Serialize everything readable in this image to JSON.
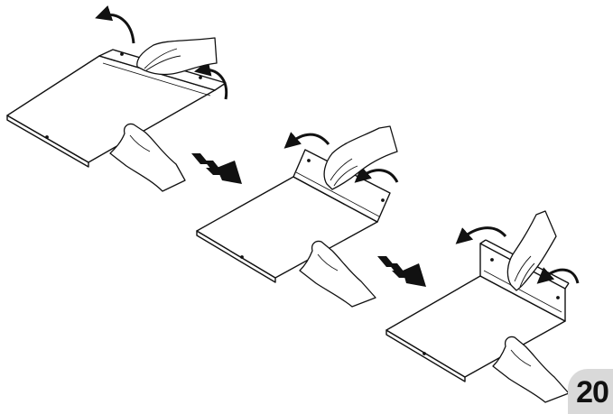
{
  "figure": {
    "step_number": "20",
    "steps": [
      {
        "name": "step-1",
        "description_icon": "hand-folding-panel-flat"
      },
      {
        "name": "step-2",
        "description_icon": "hand-folding-panel-partly-raised"
      },
      {
        "name": "step-3",
        "description_icon": "hand-folding-panel-upright"
      }
    ],
    "colors": {
      "line": "#111111",
      "fill": "#ffffff",
      "badge": "#d9d9d9"
    },
    "icons": [
      "curved-arrow-icon",
      "striped-right-arrow-icon",
      "hand-icon"
    ]
  }
}
